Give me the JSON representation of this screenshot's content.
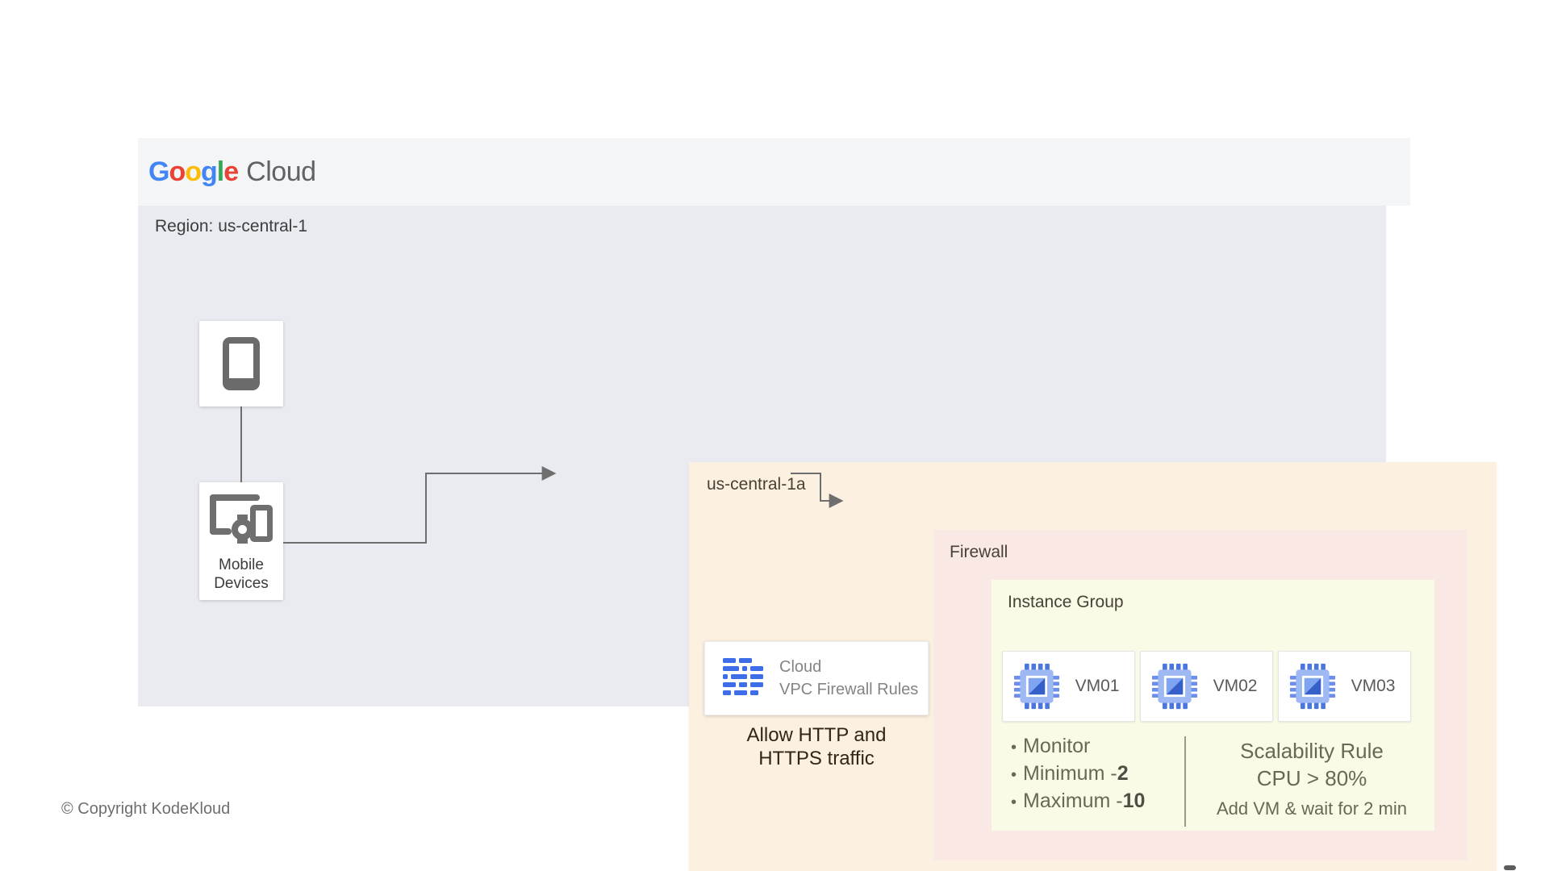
{
  "header": {
    "logo": {
      "letters": [
        {
          "ch": "G",
          "color": "#4285F4"
        },
        {
          "ch": "o",
          "color": "#EA4335"
        },
        {
          "ch": "o",
          "color": "#FBBC05"
        },
        {
          "ch": "g",
          "color": "#4285F4"
        },
        {
          "ch": "l",
          "color": "#34A853"
        },
        {
          "ch": "e",
          "color": "#EA4335"
        }
      ],
      "product": "Cloud",
      "product_color": "#5f6368"
    }
  },
  "region": {
    "label": "Region: us-central-1"
  },
  "mobile_devices": {
    "label_line1": "Mobile",
    "label_line2": "Devices"
  },
  "zone": {
    "label": "us-central-1a"
  },
  "vpc": {
    "title_line1": "Cloud",
    "title_line2": "VPC Firewall Rules",
    "caption_line1": "Allow HTTP and",
    "caption_line2": "HTTPS traffic"
  },
  "firewall": {
    "label": "Firewall"
  },
  "instance_group": {
    "label": "Instance Group",
    "vms": [
      {
        "label": "VM01"
      },
      {
        "label": "VM02"
      },
      {
        "label": "VM03"
      }
    ],
    "monitor": {
      "bullet": "•",
      "items": [
        {
          "text": "Monitor",
          "value": ""
        },
        {
          "text": "Minimum - ",
          "value": "2"
        },
        {
          "text": "Maximum - ",
          "value": "10"
        }
      ]
    },
    "scalability": {
      "line1": "Scalability Rule",
      "line2": "CPU > 80%",
      "line3": "Add VM & wait for 2 min"
    }
  },
  "footer": {
    "copyright": "© Copyright KodeKloud"
  },
  "icons": {
    "smartphone_icon": "smartphone outline",
    "devices_icon": "laptop + smartwatch + tablet outline",
    "firewall_rules_icon": "blue brick-wall dashes (Cloud VPC firewall rules)",
    "compute_engine_icon": "blue chip with pins and diagonal split square",
    "connector_arrow": "right-pointing gray arrowhead"
  },
  "colors": {
    "header_band": "#f4f5f7",
    "region_bg": "#e9ebf0",
    "zone_bg": "#fcf0e0",
    "firewall_bg": "#f9e8e4",
    "instance_group_bg": "#f9fbe7",
    "node_bg": "#ffffff",
    "connector_line": "#6e6e6e",
    "device_icon_gray": "#6f6f6f",
    "firewall_icon_blue": "#3e6de8",
    "chip_pin_blue": "#4b76dd",
    "chip_body_blue": "#9db8f3",
    "chip_triangle_light": "#7fa5f2",
    "chip_triangle_dark": "#3560c9"
  }
}
